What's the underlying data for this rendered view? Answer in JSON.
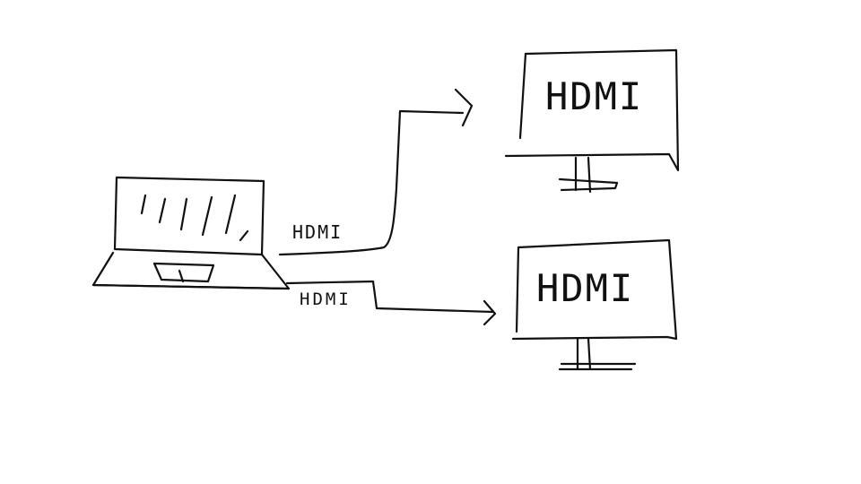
{
  "colors": {
    "background": "#ffffff",
    "ink": "#111111"
  },
  "labels": {
    "cable_top": "HDMI",
    "cable_bottom": "HDMI"
  },
  "monitors": {
    "top": {
      "screen_text": "HDMI"
    },
    "bottom": {
      "screen_text": "HDMI"
    }
  },
  "icons": [
    "laptop-icon",
    "monitor-icon",
    "arrow-icon"
  ]
}
